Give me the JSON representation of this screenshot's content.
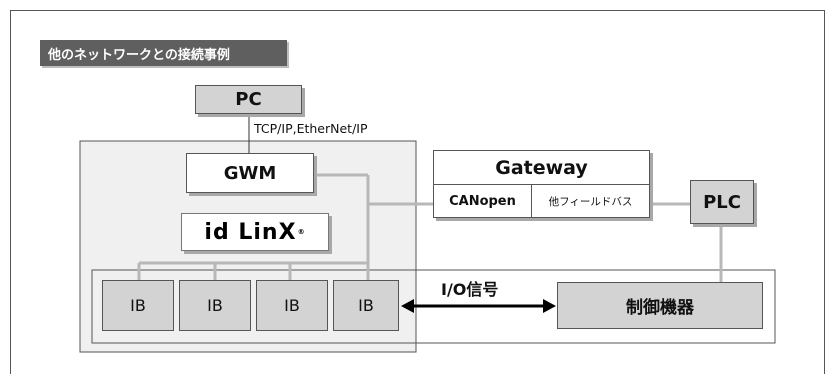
{
  "title": "他のネットワークとの接続事例",
  "nodes": {
    "pc": "PC",
    "network_label": "TCP/IP,EtherNet/IP",
    "gwm": "GWM",
    "logo": "id LinX",
    "gateway": "Gateway",
    "canopen": "CANopen",
    "fieldbus": "他フィールドバス",
    "plc": "PLC",
    "ib_units": [
      "IB",
      "IB",
      "IB",
      "IB"
    ],
    "io_label": "I/O信号",
    "control_device": "制御機器"
  },
  "colors": {
    "box_fill": "#d3d3d3",
    "line": "#b8b8b8",
    "title_bg": "#5f5f5f"
  }
}
